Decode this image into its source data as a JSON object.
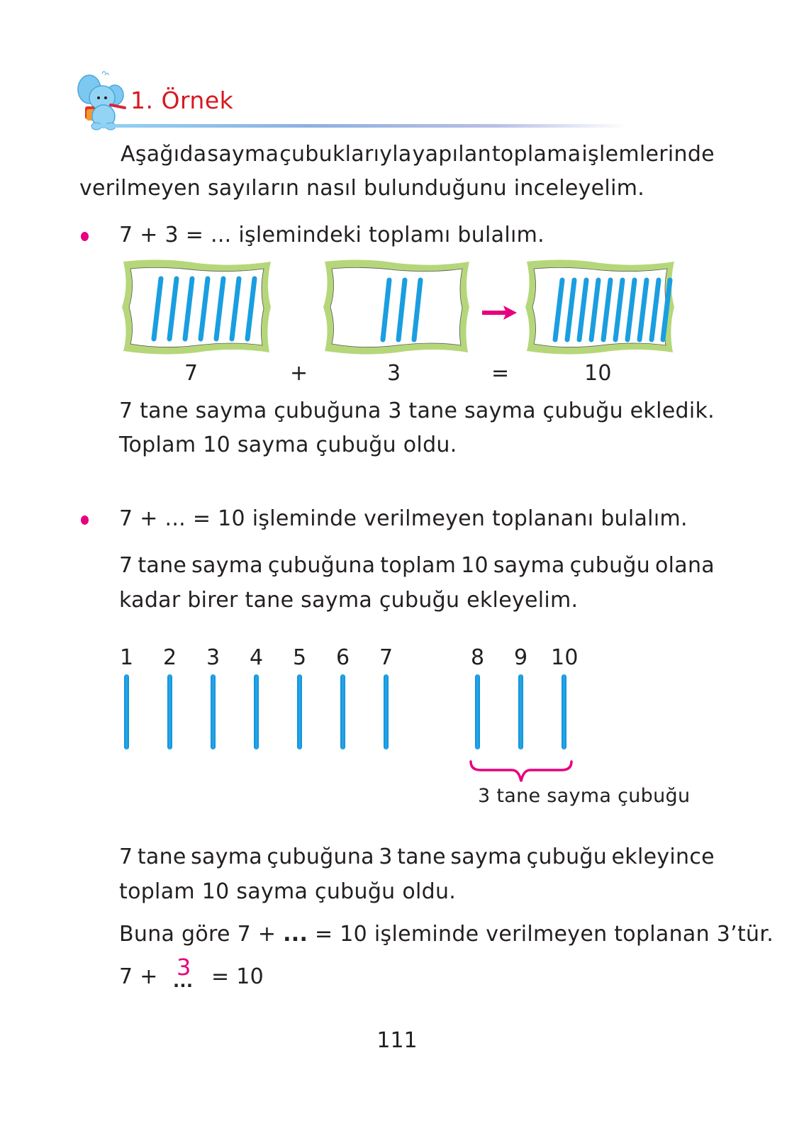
{
  "header": {
    "mascot_icon": "elephant-mascot-icon",
    "title": "1. Örnek",
    "title_color": "#d71920"
  },
  "intro": {
    "line1_words": [
      "Aşağıda",
      "sayma",
      "çubuklarıyla",
      "yapılan",
      "toplama",
      "işlemlerinde"
    ],
    "line2": "verilmeyen sayıların nasıl bulunduğunu inceleyelim."
  },
  "example1": {
    "bullet_color": "#e6007e",
    "prompt": "7 + 3 = ... işlemindeki toplamı bulalım.",
    "boxes": [
      {
        "stick_count": 7,
        "label": "7"
      },
      {
        "stick_count": 3,
        "label": "3"
      },
      {
        "stick_count": 10,
        "label": "10"
      }
    ],
    "operators": {
      "plus": "+",
      "equals": "="
    },
    "arrow_icon": "right-arrow-icon",
    "explanation_line1_words": [
      "7",
      "tane",
      "sayma",
      "çubuğuna",
      "3",
      "tane",
      "sayma",
      "çubuğu",
      "ekledik."
    ],
    "explanation_line2": "Toplam 10 sayma çubuğu oldu."
  },
  "example2": {
    "prompt": "7 + ... = 10 işleminde verilmeyen toplananı bulalım.",
    "para_line1_words": [
      "7",
      "tane",
      "sayma",
      "çubuğuna",
      "toplam",
      "10",
      "sayma",
      "çubuğu",
      "olana"
    ],
    "para_line2": "kadar birer tane sayma çubuğu ekleyelim.",
    "stick_numbers": [
      "1",
      "2",
      "3",
      "4",
      "5",
      "6",
      "7",
      "8",
      "9",
      "10"
    ],
    "brace_caption": "3 tane sayma çubuğu",
    "conclusion_line1_words": [
      "7",
      "tane",
      "sayma",
      "çubuğuna",
      "3",
      "tane",
      "sayma",
      "çubuğu",
      "ekleyince"
    ],
    "conclusion_line2": "toplam 10 sayma çubuğu oldu.",
    "result_line_before": "Buna göre 7 + ",
    "result_line_dots": "...",
    "result_line_after": " = 10 işleminde verilmeyen toplanan 3’tür.",
    "final_eq": {
      "left": "7 +",
      "answer": "3",
      "dots": "...",
      "right": "= 10"
    },
    "accent_color": "#e6007e",
    "stick_color": "#1a9ee0"
  },
  "footer": {
    "page_number": "111"
  }
}
